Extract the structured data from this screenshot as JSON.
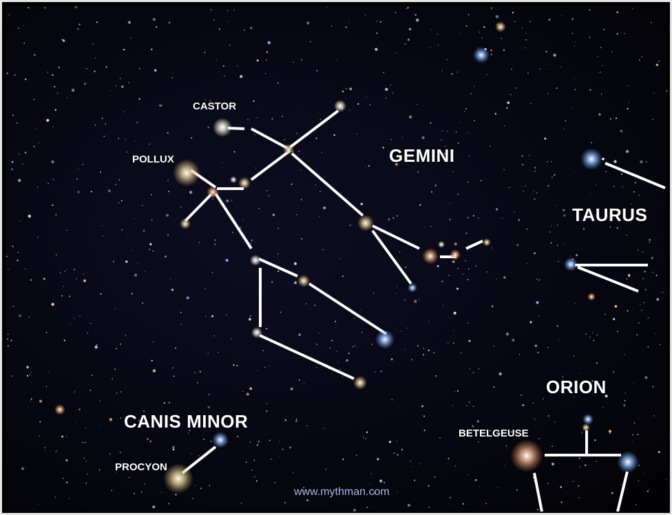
{
  "constellations": {
    "gemini": "GEMINI",
    "taurus": "TAURUS",
    "orion": "ORION",
    "canis_minor": "CANIS MINOR"
  },
  "stars": {
    "castor": "CASTOR",
    "pollux": "POLLUX",
    "procyon": "PROCYON",
    "betelgeuse": "BETELGEUSE"
  },
  "watermark": "www.mythman.com",
  "colors": {
    "sky": "#05050d",
    "lines": "#ffffff",
    "labels": "#ffffff",
    "watermark": "#aab8e8",
    "frame": "#e6e6e6"
  }
}
